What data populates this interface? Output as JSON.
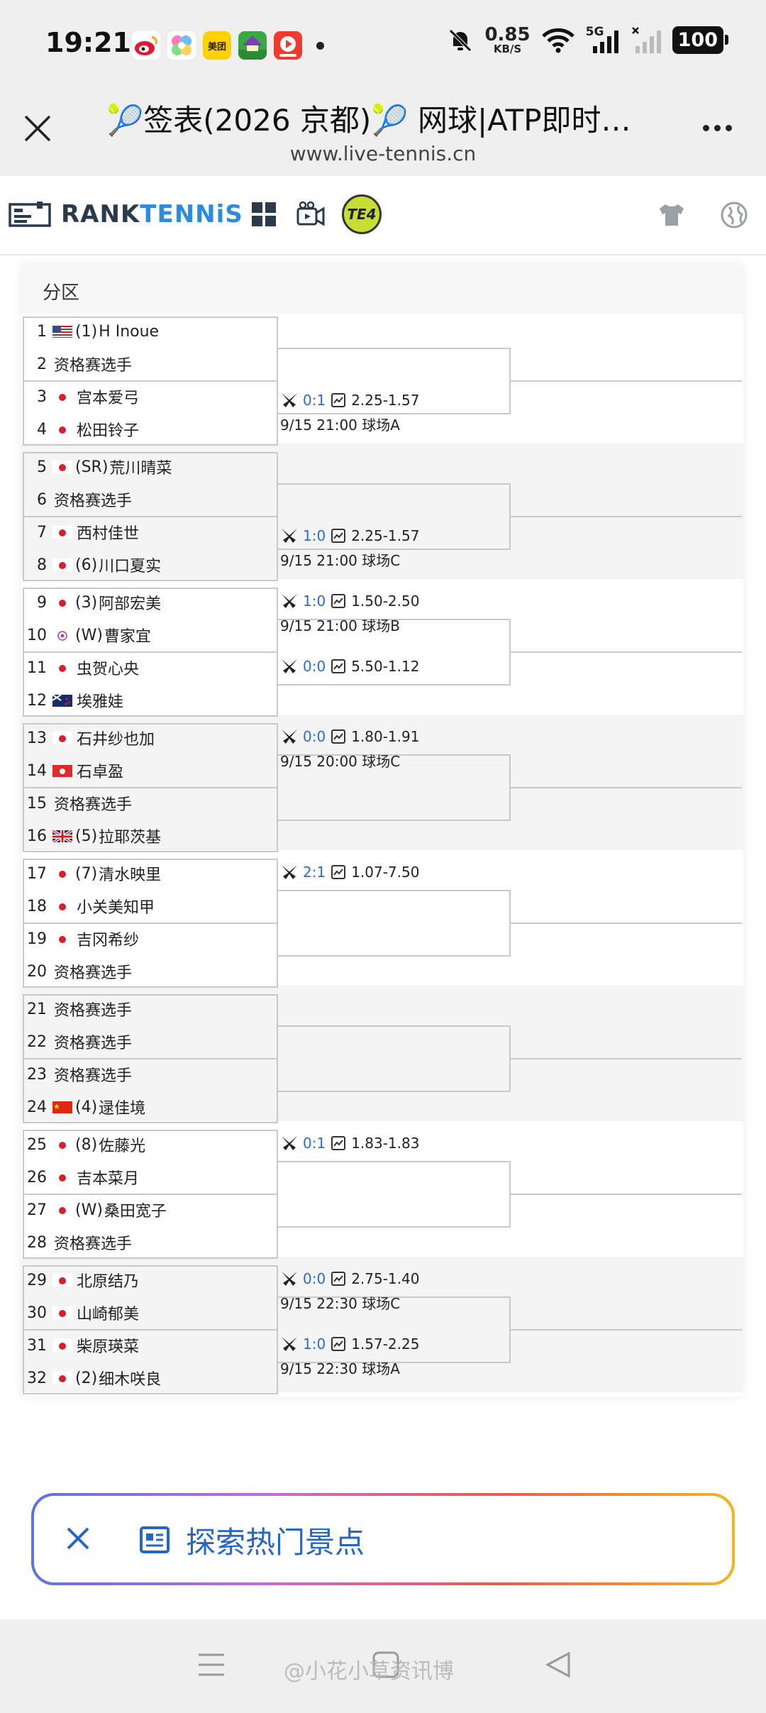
{
  "status_bar": {
    "time": "19:21",
    "speed_value": "0.85",
    "speed_unit": "KB/S",
    "network": "5G",
    "battery": "100",
    "app_labels": [
      "美团"
    ]
  },
  "browser": {
    "title": "🎾签表(2026 京都)🎾 网球|ATP即时…",
    "url": "www.live-tennis.cn"
  },
  "site": {
    "brand_a": "RANK",
    "brand_b": "TENNiS",
    "t24": "TE4"
  },
  "draw": {
    "section_title": "分区",
    "players": [
      {
        "num": "1",
        "flag": "us",
        "seed": "(1)",
        "name": "H Inoue"
      },
      {
        "num": "2",
        "flag": "",
        "seed": "",
        "name": "资格赛选手"
      },
      {
        "num": "3",
        "flag": "jp",
        "seed": "",
        "name": "宫本爱弓"
      },
      {
        "num": "4",
        "flag": "jp",
        "seed": "",
        "name": "松田铃子"
      },
      {
        "num": "5",
        "flag": "jp",
        "seed": "(SR)",
        "name": "荒川晴菜"
      },
      {
        "num": "6",
        "flag": "",
        "seed": "",
        "name": "资格赛选手"
      },
      {
        "num": "7",
        "flag": "jp",
        "seed": "",
        "name": "西村佳世"
      },
      {
        "num": "8",
        "flag": "jp",
        "seed": "(6)",
        "name": "川口夏实"
      },
      {
        "num": "9",
        "flag": "jp",
        "seed": "(3)",
        "name": "阿部宏美"
      },
      {
        "num": "10",
        "flag": "tw",
        "seed": "(W)",
        "name": "曹家宜"
      },
      {
        "num": "11",
        "flag": "jp",
        "seed": "",
        "name": "虫贺心央"
      },
      {
        "num": "12",
        "flag": "nz",
        "seed": "",
        "name": "埃雅娃"
      },
      {
        "num": "13",
        "flag": "jp",
        "seed": "",
        "name": "石井纱也加"
      },
      {
        "num": "14",
        "flag": "hk",
        "seed": "",
        "name": "石卓盈"
      },
      {
        "num": "15",
        "flag": "",
        "seed": "",
        "name": "资格赛选手"
      },
      {
        "num": "16",
        "flag": "gb",
        "seed": "(5)",
        "name": "拉耶茨基"
      },
      {
        "num": "17",
        "flag": "jp",
        "seed": "(7)",
        "name": "清水映里"
      },
      {
        "num": "18",
        "flag": "jp",
        "seed": "",
        "name": "小关美知甲"
      },
      {
        "num": "19",
        "flag": "jp",
        "seed": "",
        "name": "吉冈希纱"
      },
      {
        "num": "20",
        "flag": "",
        "seed": "",
        "name": "资格赛选手"
      },
      {
        "num": "21",
        "flag": "",
        "seed": "",
        "name": "资格赛选手"
      },
      {
        "num": "22",
        "flag": "",
        "seed": "",
        "name": "资格赛选手"
      },
      {
        "num": "23",
        "flag": "",
        "seed": "",
        "name": "资格赛选手"
      },
      {
        "num": "24",
        "flag": "cn",
        "seed": "(4)",
        "name": "逯佳境"
      },
      {
        "num": "25",
        "flag": "jp",
        "seed": "(8)",
        "name": "佐藤光"
      },
      {
        "num": "26",
        "flag": "jp",
        "seed": "",
        "name": "吉本菜月"
      },
      {
        "num": "27",
        "flag": "jp",
        "seed": "(W)",
        "name": "桑田宽子"
      },
      {
        "num": "28",
        "flag": "",
        "seed": "",
        "name": "资格赛选手"
      },
      {
        "num": "29",
        "flag": "jp",
        "seed": "",
        "name": "北原结乃"
      },
      {
        "num": "30",
        "flag": "jp",
        "seed": "",
        "name": "山崎郁美"
      },
      {
        "num": "31",
        "flag": "jp",
        "seed": "",
        "name": "柴原瑛菜"
      },
      {
        "num": "32",
        "flag": "jp",
        "seed": "(2)",
        "name": "细木咲良"
      }
    ],
    "matches": [
      {
        "h2h": "0:1",
        "odds": "2.25-1.57",
        "time": "9/15 21:00 球场A"
      },
      {
        "h2h": "1:0",
        "odds": "2.25-1.57",
        "time": "9/15 21:00 球场C"
      },
      {
        "h2h": "1:0",
        "odds": "1.50-2.50",
        "time": "9/15 21:00 球场B"
      },
      {
        "h2h": "0:0",
        "odds": "5.50-1.12",
        "time": ""
      },
      {
        "h2h": "0:0",
        "odds": "1.80-1.91",
        "time": "9/15 20:00 球场C"
      },
      {
        "h2h": "2:1",
        "odds": "1.07-7.50",
        "time": ""
      },
      {
        "h2h": "0:1",
        "odds": "1.83-1.83",
        "time": ""
      },
      {
        "h2h": "0:0",
        "odds": "2.75-1.40",
        "time": "9/15 22:30 球场C"
      },
      {
        "h2h": "1:0",
        "odds": "1.57-2.25",
        "time": "9/15 22:30 球场A"
      }
    ]
  },
  "explore": {
    "label": "探索热门景点"
  },
  "watermark": "@小花小草资讯博"
}
